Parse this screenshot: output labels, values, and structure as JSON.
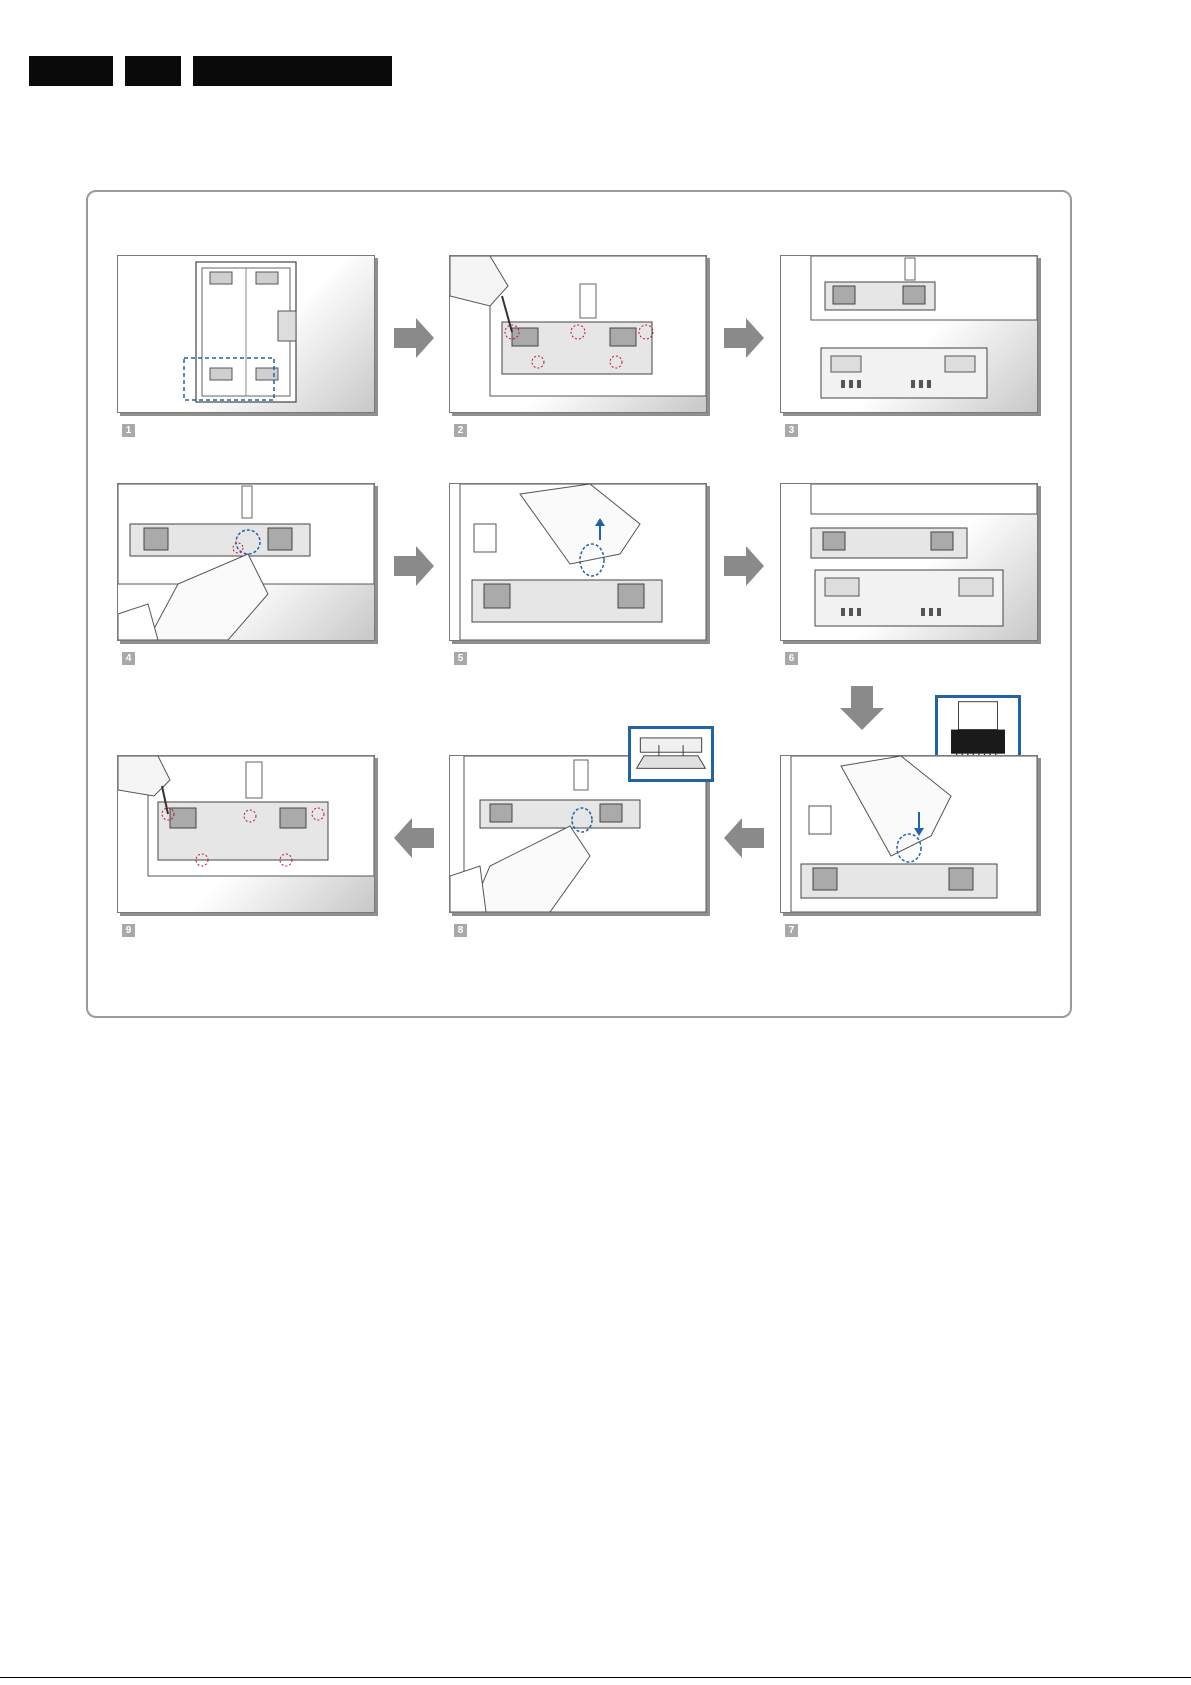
{
  "header": {
    "blocks": [
      "",
      "",
      ""
    ]
  },
  "steps": [
    {
      "num": "1"
    },
    {
      "num": "2"
    },
    {
      "num": "3"
    },
    {
      "num": "4"
    },
    {
      "num": "5"
    },
    {
      "num": "6"
    },
    {
      "num": "7"
    },
    {
      "num": "8"
    },
    {
      "num": "9"
    }
  ],
  "colors": {
    "highlight_blue": "#1f64a8",
    "highlight_red": "#c8102e",
    "arrow_gray": "#8a8a8a"
  }
}
